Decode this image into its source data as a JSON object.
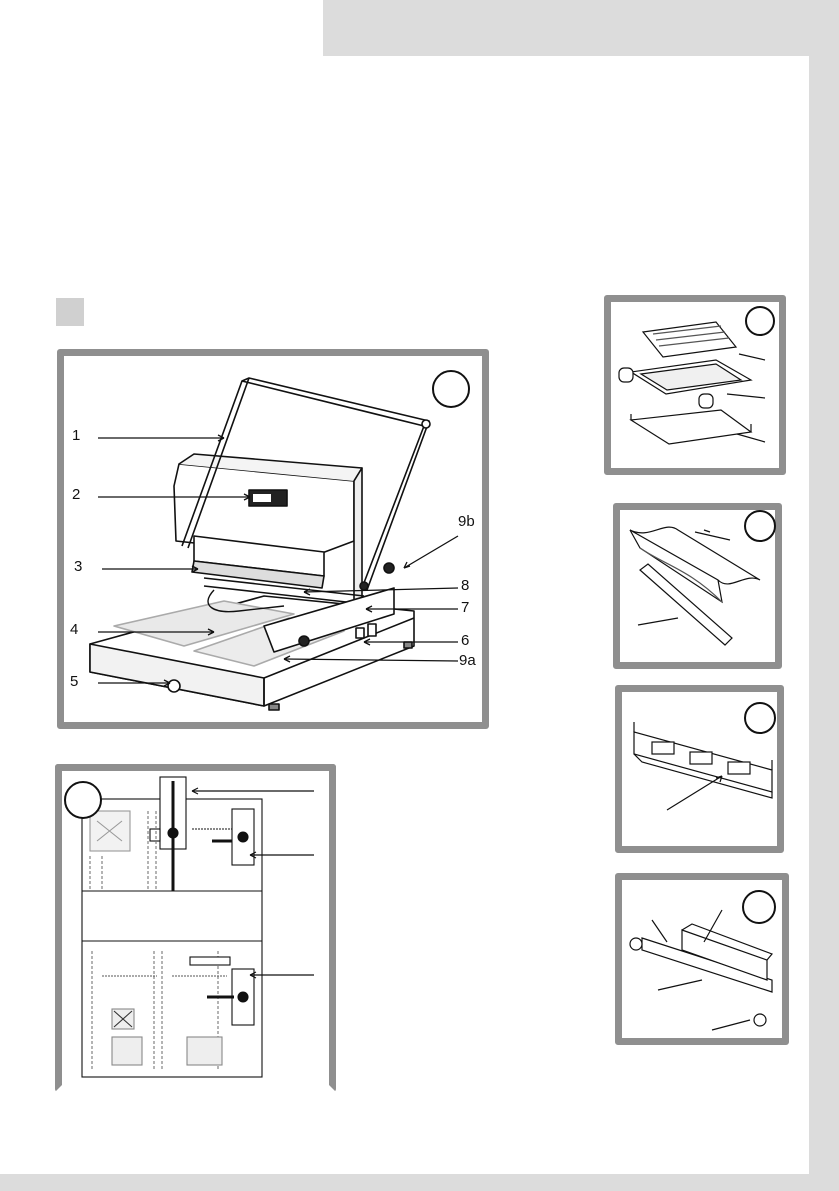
{
  "decor": {
    "frame_color": "#8f8f8f",
    "band_color": "#dcdcdc"
  },
  "main_figure": {
    "labels": [
      "1",
      "2",
      "3",
      "4",
      "5",
      "6",
      "7",
      "8",
      "9a",
      "9b"
    ]
  },
  "icons": [
    "section-marker-square",
    "figure-number-circle"
  ]
}
